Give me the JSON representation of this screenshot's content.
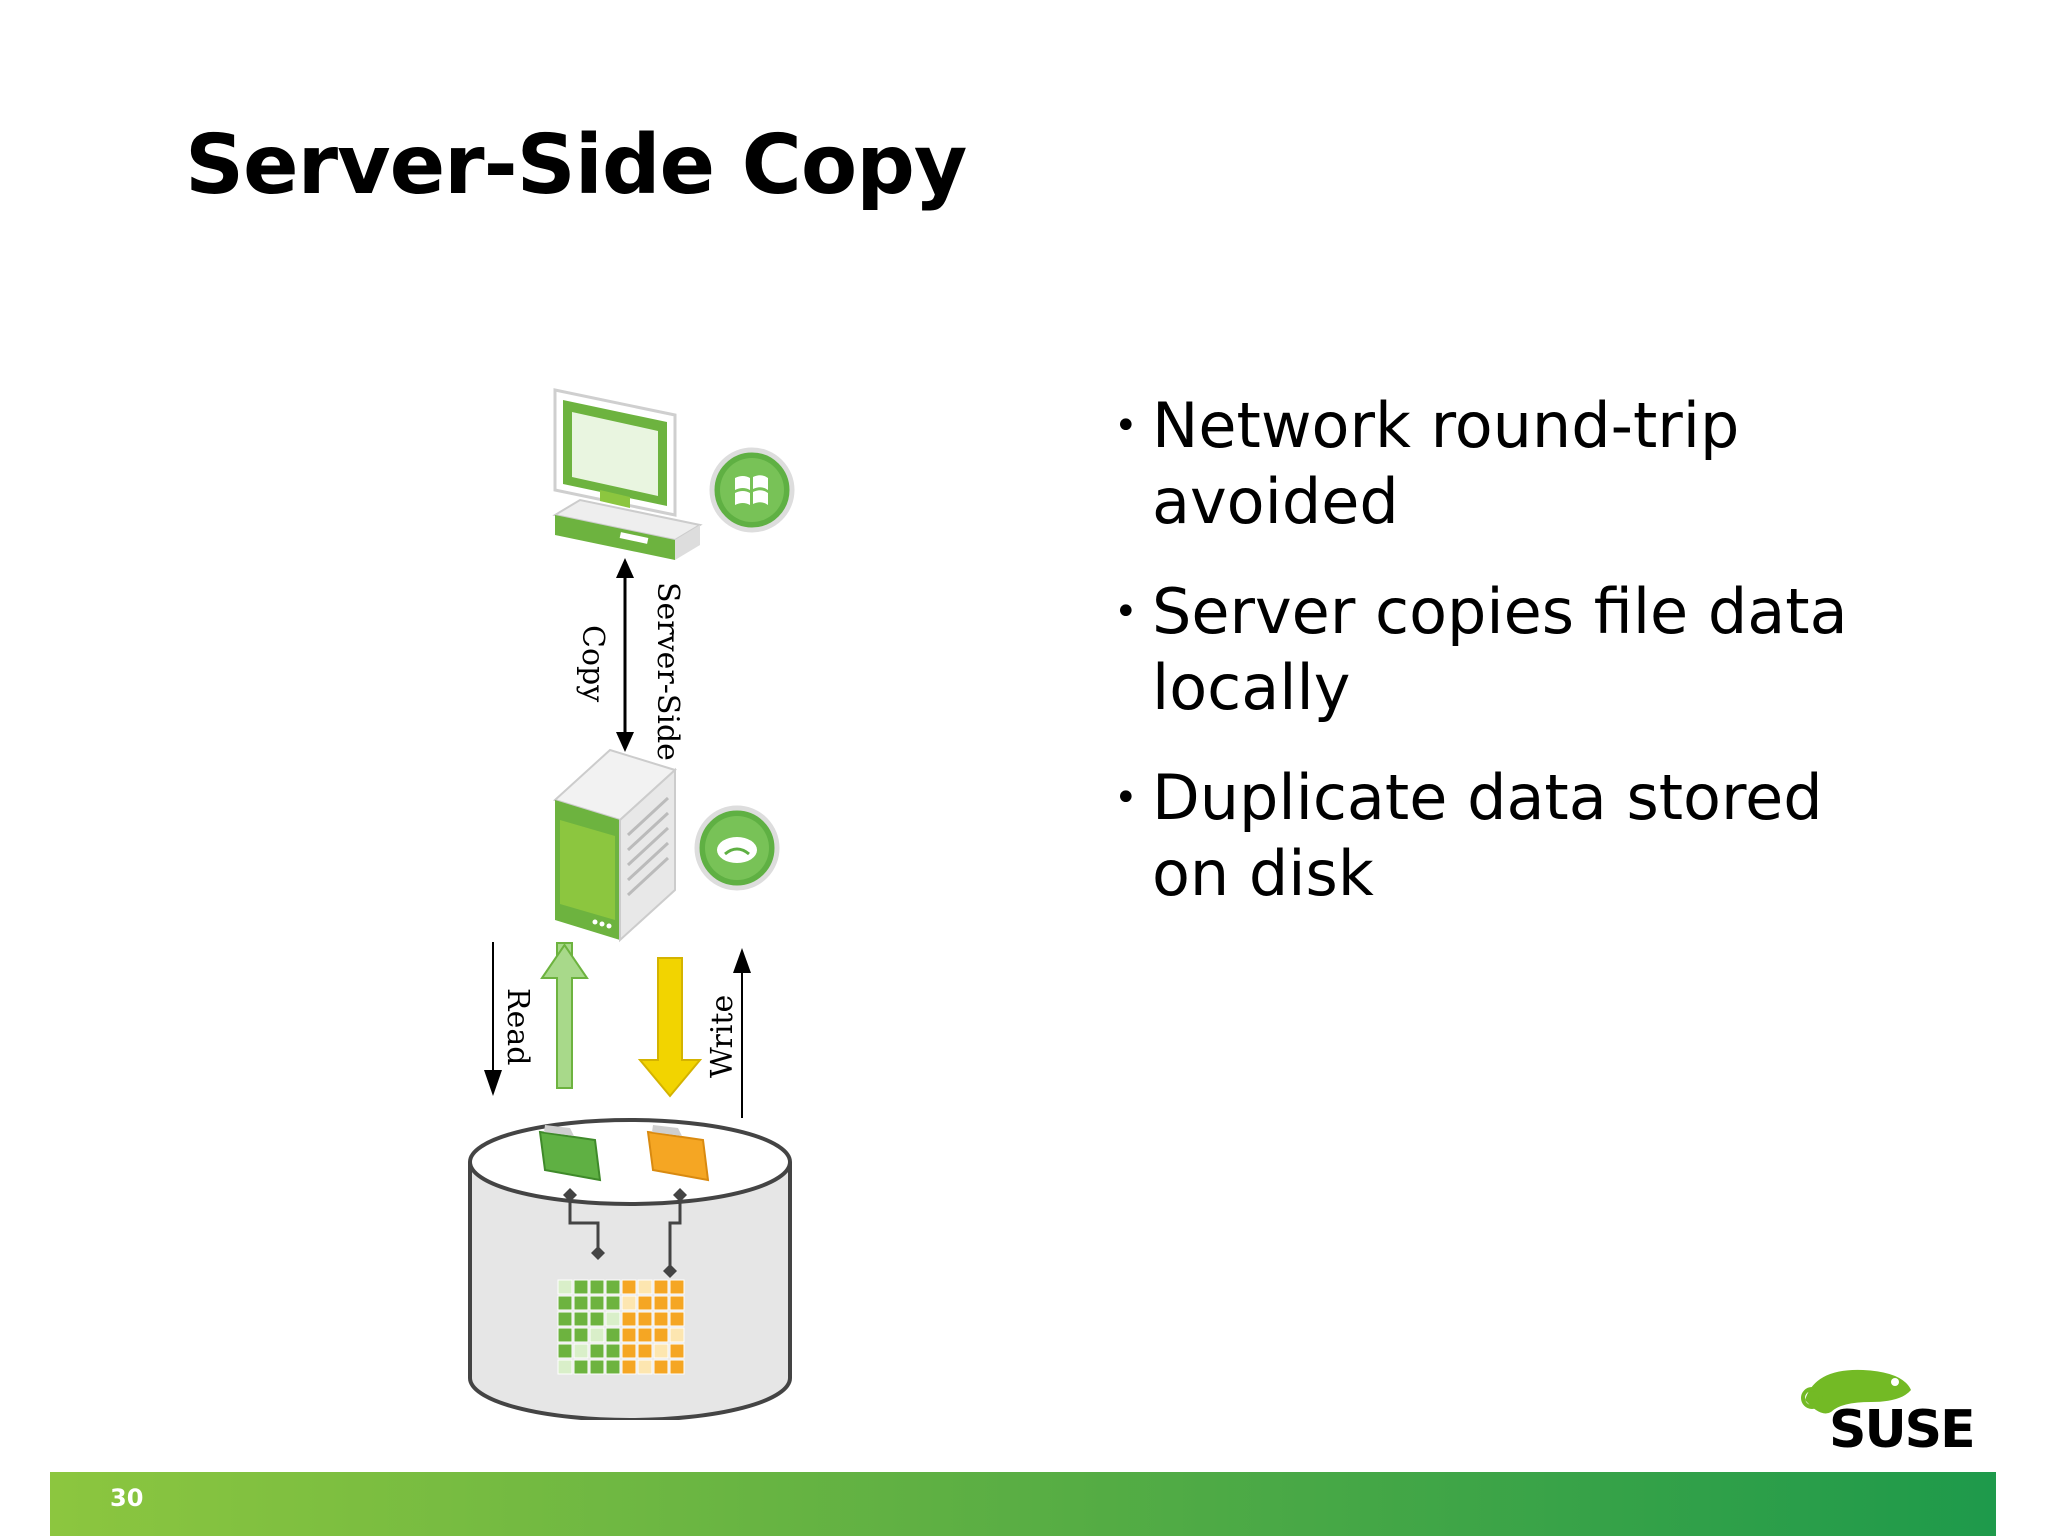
{
  "slide": {
    "title": "Server-Side Copy",
    "page_number": "30",
    "bullets": [
      "Network round-trip avoided",
      "Server copies file data locally",
      "Duplicate data stored on disk"
    ]
  },
  "diagram": {
    "label_server_side": "Server-Side",
    "label_copy": "Copy",
    "label_read": "Read",
    "label_write": "Write"
  },
  "logo": {
    "text": "SUSE"
  },
  "colors": {
    "green": "#6db33f",
    "light_green": "#a8d98a",
    "yellow": "#f2d400",
    "orange": "#f5a623",
    "footer_start": "#8cc63f",
    "footer_end": "#1e9a4b"
  }
}
